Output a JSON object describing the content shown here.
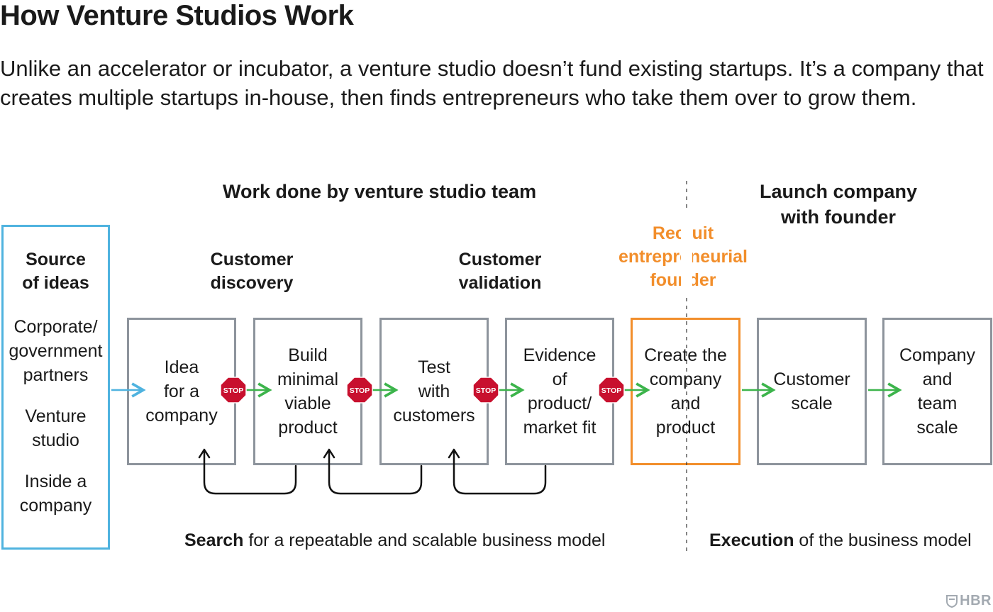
{
  "title": "How Venture Studios Work",
  "subtitle": "Unlike an accelerator or incubator, a venture studio doesn’t fund existing startups. It’s a company that creates multiple startups in-house, then finds entrepreneurs who take them over to grow them.",
  "sections": {
    "studio_team": "Work done by venture studio team",
    "launch": "Launch company\nwith founder"
  },
  "source": {
    "title": "Source\nof ideas",
    "items": [
      "Corporate/\ngovernment\npartners",
      "Venture\nstudio",
      "Inside a\ncompany"
    ]
  },
  "phases": {
    "discovery": "Customer\ndiscovery",
    "validation": "Customer\nvalidation",
    "recruit": "Recruit\nentrepreneurial\nfounder"
  },
  "steps": [
    "Idea\nfor a\ncompany",
    "Build\nminimal\nviable\nproduct",
    "Test\nwith\ncustomers",
    "Evidence\nof\nproduct/\nmarket fit",
    "Create the\ncompany\nand\nproduct",
    "Customer\nscale",
    "Company\nand\nteam\nscale"
  ],
  "stop_label": "STOP",
  "footer": {
    "search_bold": "Search",
    "search_rest": " for a repeatable and scalable business model",
    "execution_bold": "Execution",
    "execution_rest": " of the business model"
  },
  "brand": "HBR",
  "colors": {
    "box_border": "#8d949c",
    "source_border": "#4fb3df",
    "highlight": "#f28e2b",
    "arrow_green": "#3cb44b",
    "arrow_blue": "#4fb3df",
    "stop_red": "#c8102e",
    "loop_black": "#111111"
  }
}
